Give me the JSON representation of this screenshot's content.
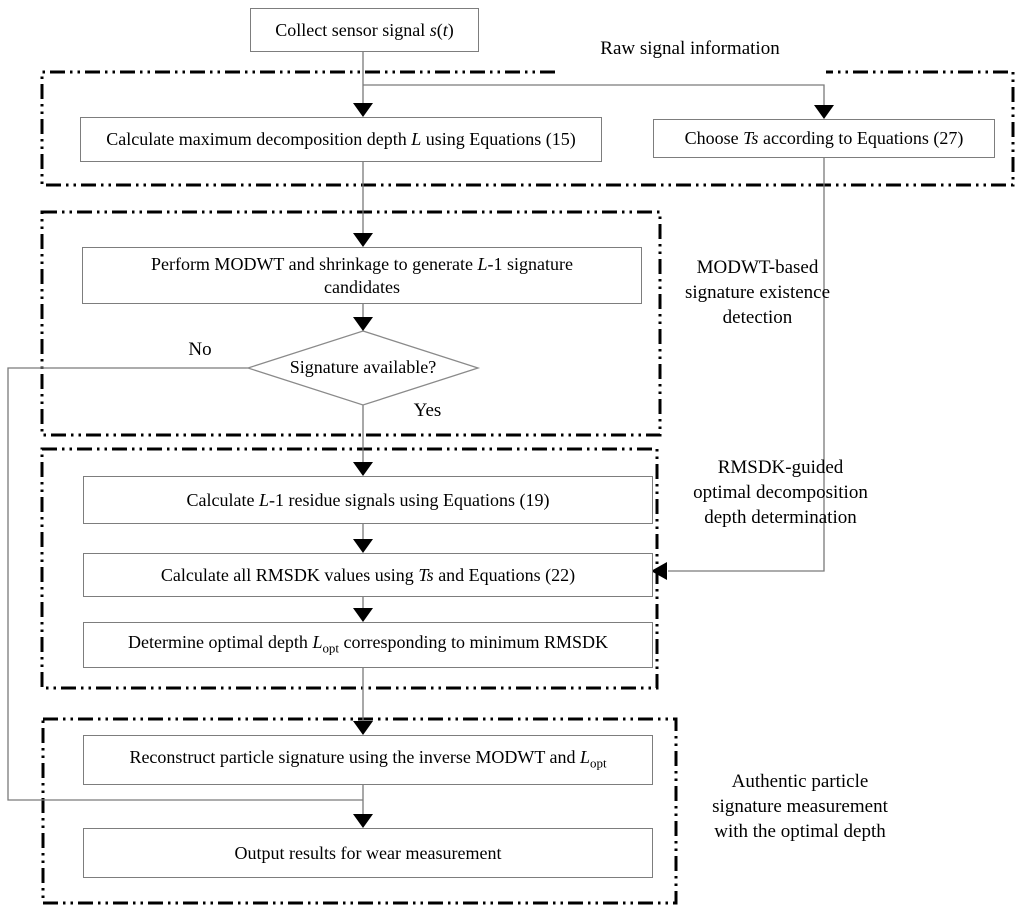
{
  "nodes": {
    "collect": {
      "segments": [
        {
          "t": "Collect sensor signal "
        },
        {
          "t": "s",
          "i": true
        },
        {
          "t": "("
        },
        {
          "t": "t",
          "i": true
        },
        {
          "t": ")"
        }
      ]
    },
    "calc_depth": {
      "segments": [
        {
          "t": "Calculate maximum decomposition depth "
        },
        {
          "t": "L",
          "i": true
        },
        {
          "t": " using Equations (15)"
        }
      ]
    },
    "choose_ts": {
      "segments": [
        {
          "t": "Choose "
        },
        {
          "t": "Ts",
          "i": true
        },
        {
          "t": " according to Equations (27)"
        }
      ]
    },
    "perform_modwt": {
      "segments": [
        {
          "t": "Perform MODWT and shrinkage to generate "
        },
        {
          "t": "L",
          "i": true
        },
        {
          "t": "-1 signature candidates"
        }
      ]
    },
    "decision": {
      "segments": [
        {
          "t": "Signature available?"
        }
      ]
    },
    "residue": {
      "segments": [
        {
          "t": "Calculate "
        },
        {
          "t": "L",
          "i": true
        },
        {
          "t": "-1 residue signals using Equations (19)"
        }
      ]
    },
    "rmsdk_values": {
      "segments": [
        {
          "t": "Calculate all RMSDK values using "
        },
        {
          "t": "Ts",
          "i": true
        },
        {
          "t": " and Equations (22)"
        }
      ]
    },
    "optimal_depth": {
      "segments": [
        {
          "t": "Determine optimal depth "
        },
        {
          "t": "L",
          "i": true
        },
        {
          "t": "opt",
          "sub": true
        },
        {
          "t": " corresponding to minimum RMSDK"
        }
      ]
    },
    "reconstruct": {
      "segments": [
        {
          "t": "Reconstruct particle signature using the inverse MODWT and "
        },
        {
          "t": "L",
          "i": true
        },
        {
          "t": "opt",
          "sub": true
        }
      ]
    },
    "output": {
      "segments": [
        {
          "t": "Output results for wear measurement"
        }
      ]
    }
  },
  "branch_labels": {
    "no": "No",
    "yes": "Yes"
  },
  "section_labels": {
    "raw": "Raw signal information",
    "modwt": "MODWT-based\nsignature existence\ndetection",
    "rmsdk": "RMSDK-guided\noptimal decomposition\ndepth determination",
    "authentic": "Authentic particle\nsignature measurement\nwith the optimal depth"
  },
  "colors": {
    "background": "#ffffff",
    "box_border": "#7d7d7d",
    "connector": "#7a7a7a",
    "section_border": "#000000",
    "text": "#000000"
  }
}
